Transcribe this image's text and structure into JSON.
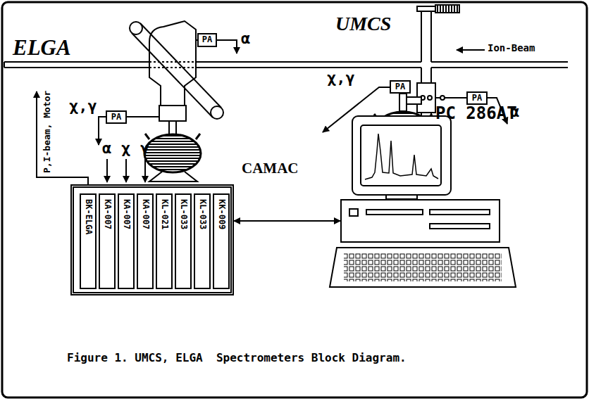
{
  "diagram": {
    "caption": "Figure 1. UMCS, ELGA  Spectrometers Block Diagram.",
    "nodes": [
      {
        "text": [
          "PA"
        ]
      },
      {
        "text": [
          "PA"
        ]
      },
      {
        "text": [
          "PA"
        ]
      },
      {
        "text": [
          "PA"
        ]
      },
      {
        "text": [
          "CAMAC"
        ]
      },
      {
        "text": [
          "BK-ELGA"
        ],
        "in": 4
      },
      {
        "text": [
          "KA-007"
        ],
        "in": 4
      },
      {
        "text": [
          "KA-007"
        ],
        "in": 4
      },
      {
        "text": [
          "KA-007"
        ],
        "in": 4
      },
      {
        "text": [
          "KL-021"
        ],
        "in": 4
      },
      {
        "text": [
          "KL-033"
        ],
        "in": 4
      },
      {
        "text": [
          "KL-033"
        ],
        "in": 4
      },
      {
        "text": [
          "KK-009"
        ],
        "in": 4
      },
      {
        "text": [
          "PC 286AT"
        ]
      }
    ],
    "edges": [
      {
        "from": 4,
        "to": 13,
        "arrow": "both"
      }
    ],
    "labels": [
      "ELGA",
      "α",
      "χ,γ",
      "UMCS",
      "Ion-Beam",
      "χ,γ",
      "α",
      "P,I-beam, Motor",
      "α",
      "χ",
      "γ"
    ]
  }
}
